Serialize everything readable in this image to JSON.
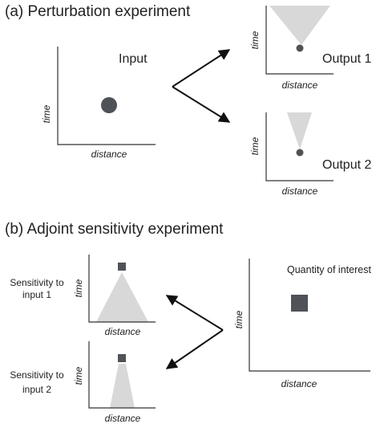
{
  "panel_a": {
    "title": "(a)  Perturbation experiment",
    "input_label": "Input",
    "output1_label": "Output 1",
    "output2_label": "Output 2",
    "axis_x": "distance",
    "axis_y": "time"
  },
  "panel_b": {
    "title": "(b)  Adjoint sensitivity experiment",
    "qoi_label": "Quantity of interest",
    "sens1_line1": "Sensitivity to",
    "sens1_line2": "input 1",
    "sens2_line1": "Sensitivity to",
    "sens2_line2": "input 2",
    "axis_x": "distance",
    "axis_y": "time"
  },
  "colors": {
    "marker": "#4f5257",
    "cone": "#d8d8d8",
    "axis": "#333333",
    "arrow": "#111111"
  }
}
